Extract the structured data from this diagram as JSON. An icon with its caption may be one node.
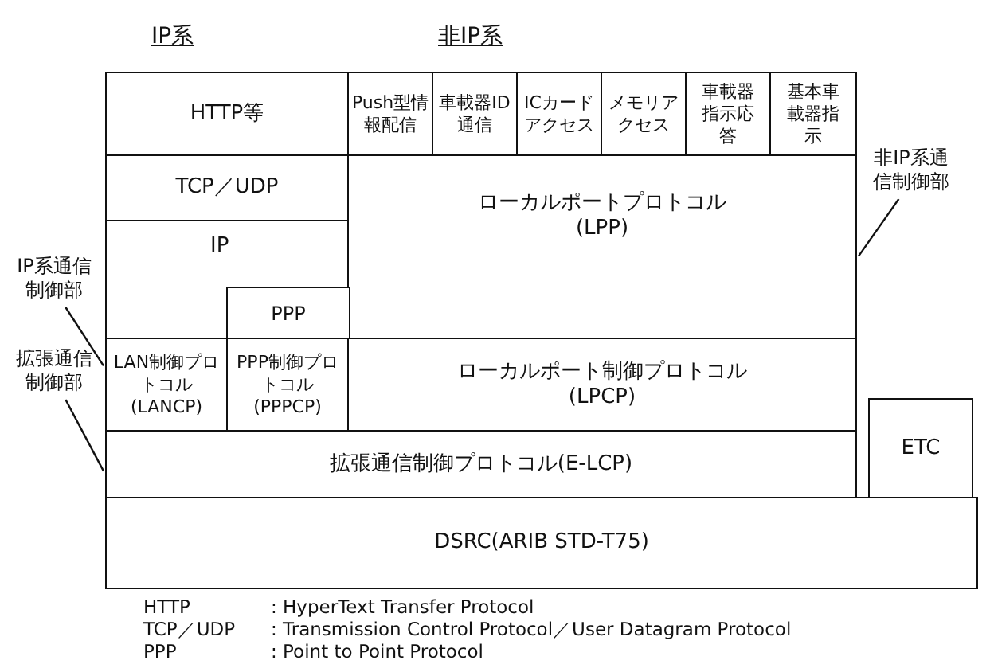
{
  "diagram": {
    "nodes": [
      {
        "text": [
          "HTTP等"
        ]
      },
      {
        "text": [
          "Push型情報配信"
        ]
      },
      {
        "text": [
          "車載器ID通信"
        ]
      },
      {
        "text": [
          "ICカードアクセス"
        ]
      },
      {
        "text": [
          "メモリアクセス"
        ]
      },
      {
        "text": [
          "車載器指示応答"
        ]
      },
      {
        "text": [
          "基本車載器指示"
        ]
      },
      {
        "text": [
          "TCP／UDP"
        ]
      },
      {
        "text": [
          "ローカルポートプロトコル(LPP)"
        ]
      },
      {
        "text": [
          "IP"
        ]
      },
      {
        "text": [
          "PPP"
        ],
        "in": 9
      },
      {
        "text": [
          "LAN制御プロトコル(LANCP)"
        ]
      },
      {
        "text": [
          "PPP制御プロトコル(PPPCP)"
        ]
      },
      {
        "text": [
          "ローカルポート制御プロトコル(LPCP)"
        ]
      },
      {
        "text": [
          "拡張通信制御プロトコル(E-LCP)"
        ]
      },
      {
        "text": [
          "ETC"
        ]
      },
      {
        "text": [
          "DSRC(ARIB STD-T75)"
        ]
      },
      {
        "text": [
          "非IP系通信制御部"
        ]
      },
      {
        "text": [
          "IP系通信制御部"
        ]
      },
      {
        "text": [
          "拡張通信制御部"
        ]
      }
    ],
    "edges": [
      {
        "from": 17,
        "to": 8,
        "arrow": "none"
      },
      {
        "from": 18,
        "to": 11,
        "arrow": "none"
      },
      {
        "from": 19,
        "to": 14,
        "arrow": "none"
      }
    ],
    "labels": [
      "IP系",
      "非IP系",
      "HTTP",
      ": HyperText Transfer Protocol",
      "TCP／UDP",
      ": Transmission Control Protocol／User Datagram Protocol",
      "PPP",
      ": Point to Point Protocol"
    ]
  }
}
